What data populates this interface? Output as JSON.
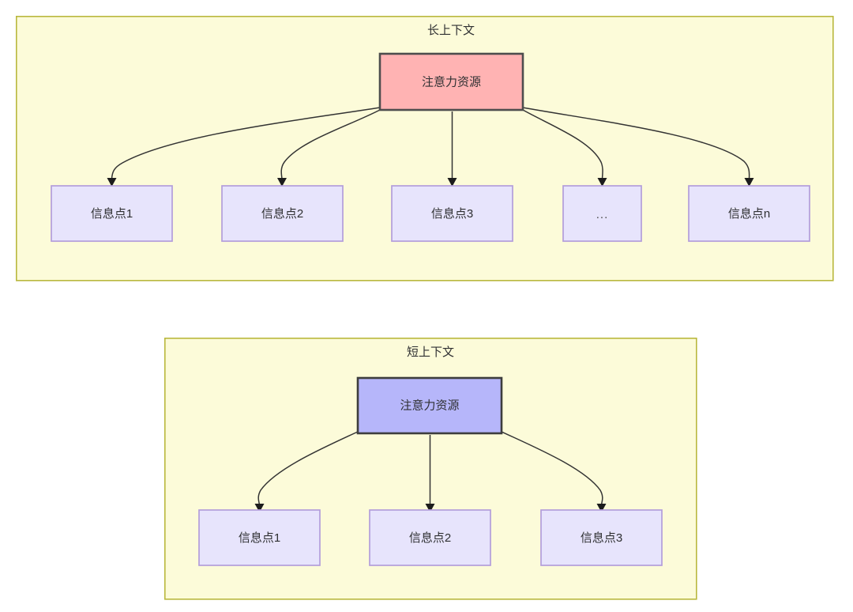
{
  "diagram": {
    "type": "flow-diagram",
    "background_color": "#ffffff",
    "panel_fill": "#fcfbd9",
    "panel_stroke": "#b9b83e",
    "leaf_fill": "#e7e4fc",
    "leaf_stroke": "#b39ddb",
    "root_long_fill": "#ffb3b3",
    "root_short_fill": "#b6b6fa",
    "root_stroke": "#4d4d4d",
    "edge_color": "#333333"
  },
  "panels": [
    {
      "id": "long-context",
      "title": "长上下文",
      "root": {
        "label": "注意力资源"
      },
      "leaves": [
        {
          "label": "信息点1"
        },
        {
          "label": "信息点2"
        },
        {
          "label": "信息点3"
        },
        {
          "label": "..."
        },
        {
          "label": "信息点n"
        }
      ]
    },
    {
      "id": "short-context",
      "title": "短上下文",
      "root": {
        "label": "注意力资源"
      },
      "leaves": [
        {
          "label": "信息点1"
        },
        {
          "label": "信息点2"
        },
        {
          "label": "信息点3"
        }
      ]
    }
  ]
}
